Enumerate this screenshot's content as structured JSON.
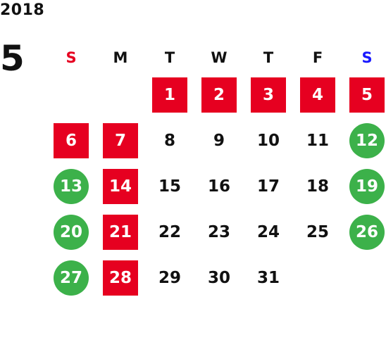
{
  "year": "2018",
  "month": "5",
  "weekdays": [
    {
      "label": "S",
      "color": "#e60020"
    },
    {
      "label": "M",
      "color": "#111111"
    },
    {
      "label": "T",
      "color": "#111111"
    },
    {
      "label": "W",
      "color": "#111111"
    },
    {
      "label": "T",
      "color": "#111111"
    },
    {
      "label": "F",
      "color": "#111111"
    },
    {
      "label": "S",
      "color": "#1a1aff"
    }
  ],
  "first_weekday_index": 2,
  "days": [
    {
      "n": "1",
      "style": "red"
    },
    {
      "n": "2",
      "style": "red"
    },
    {
      "n": "3",
      "style": "red"
    },
    {
      "n": "4",
      "style": "red"
    },
    {
      "n": "5",
      "style": "red"
    },
    {
      "n": "6",
      "style": "red"
    },
    {
      "n": "7",
      "style": "red"
    },
    {
      "n": "8",
      "style": "plain"
    },
    {
      "n": "9",
      "style": "plain"
    },
    {
      "n": "10",
      "style": "plain"
    },
    {
      "n": "11",
      "style": "plain"
    },
    {
      "n": "12",
      "style": "green"
    },
    {
      "n": "13",
      "style": "green"
    },
    {
      "n": "14",
      "style": "red"
    },
    {
      "n": "15",
      "style": "plain"
    },
    {
      "n": "16",
      "style": "plain"
    },
    {
      "n": "17",
      "style": "plain"
    },
    {
      "n": "18",
      "style": "plain"
    },
    {
      "n": "19",
      "style": "green"
    },
    {
      "n": "20",
      "style": "green"
    },
    {
      "n": "21",
      "style": "red"
    },
    {
      "n": "22",
      "style": "plain"
    },
    {
      "n": "23",
      "style": "plain"
    },
    {
      "n": "24",
      "style": "plain"
    },
    {
      "n": "25",
      "style": "plain"
    },
    {
      "n": "26",
      "style": "green"
    },
    {
      "n": "27",
      "style": "green"
    },
    {
      "n": "28",
      "style": "red"
    },
    {
      "n": "29",
      "style": "plain"
    },
    {
      "n": "30",
      "style": "plain"
    },
    {
      "n": "31",
      "style": "plain"
    }
  ],
  "colors": {
    "red": "#e60020",
    "green": "#3cb14a",
    "blue": "#1a1aff",
    "text": "#111111"
  }
}
